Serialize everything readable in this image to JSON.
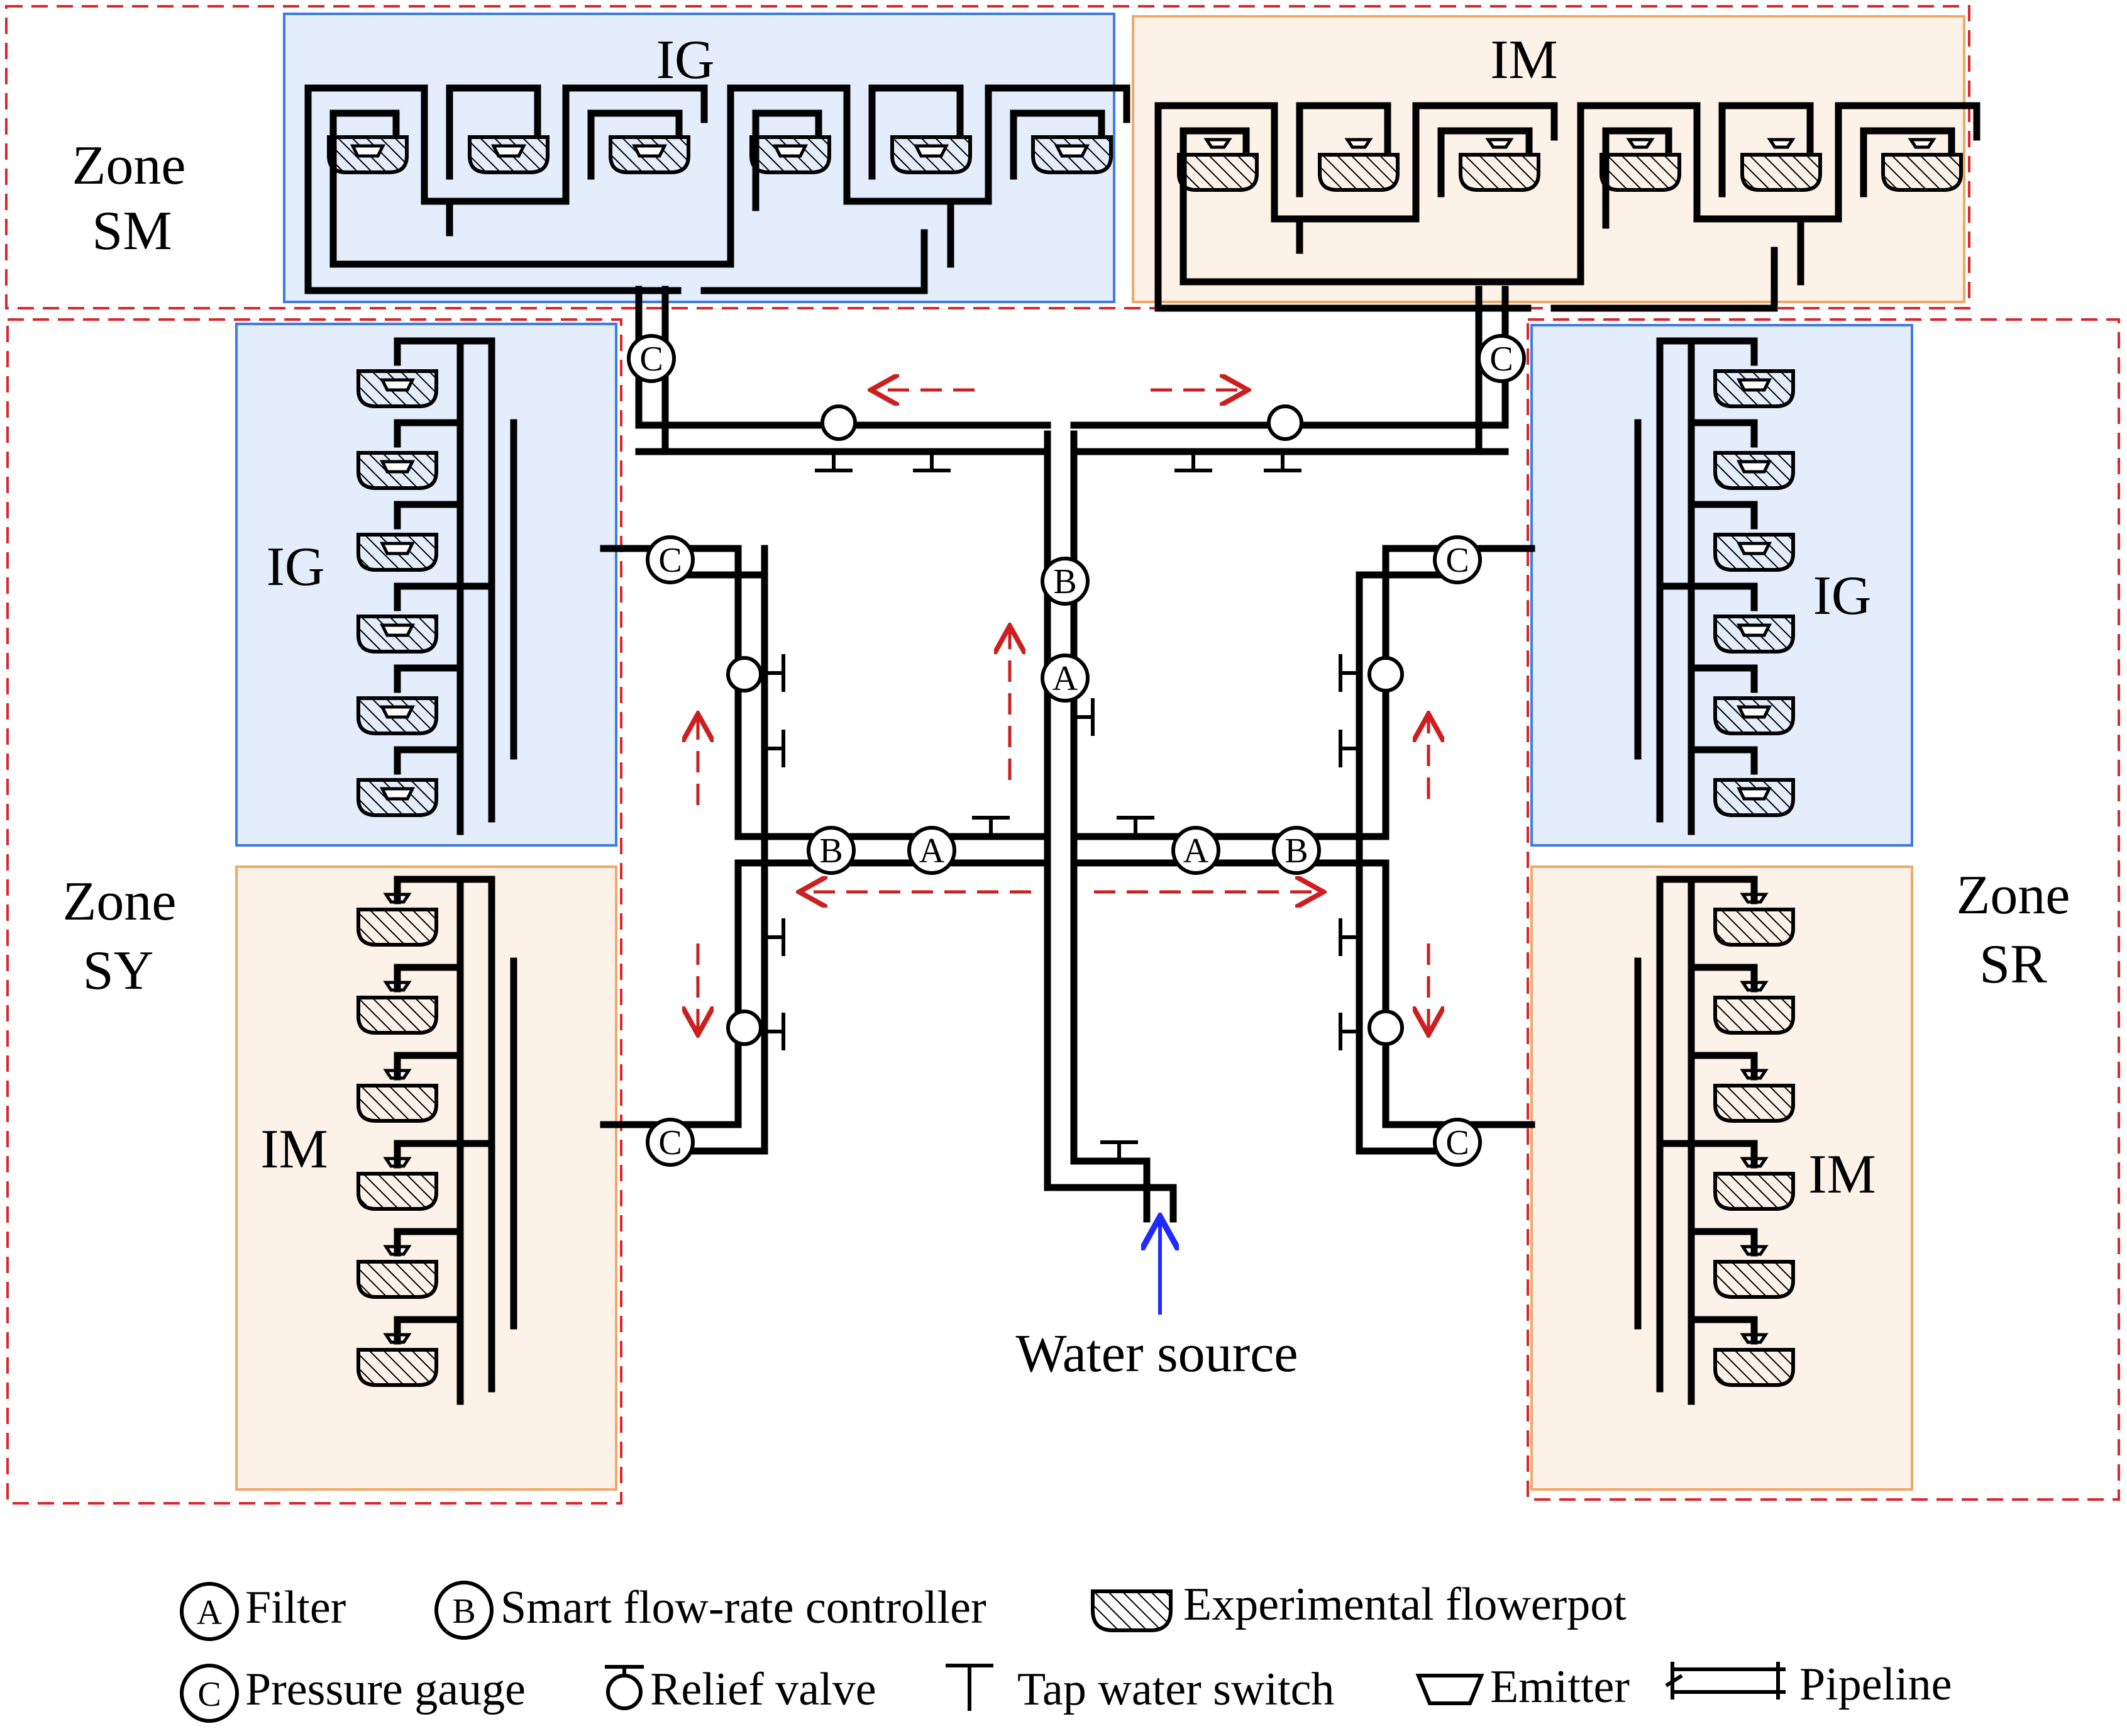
{
  "zones": {
    "sm": {
      "line1": "Zone",
      "line2": "SM"
    },
    "sy": {
      "line1": "Zone",
      "line2": "SY"
    },
    "sr": {
      "line1": "Zone",
      "line2": "SR"
    }
  },
  "groups": {
    "sm_ig": "IG",
    "sm_im": "IM",
    "sy_ig": "IG",
    "sy_im": "IM",
    "sr_ig": "IG",
    "sr_im": "IM"
  },
  "component_letters": {
    "filter": "A",
    "controller": "B",
    "gauge": "C"
  },
  "water_source": "Water source",
  "legend": {
    "filter": "Filter",
    "controller": "Smart flow-rate controller",
    "flowerpot": "Experimental flowerpot",
    "gauge": "Pressure gauge",
    "relief": "Relief valve",
    "tap": "Tap water switch",
    "emitter": "Emitter",
    "pipeline": "Pipeline"
  },
  "colors": {
    "ig_fill": "#e3edfb",
    "ig_border": "#3d7be0",
    "im_fill": "#fdf2e8",
    "im_border": "#f0a868",
    "zone_border": "#d9262c",
    "flow_arrow": "#cc1f1f",
    "source_arrow": "#1f2bff",
    "pipe": "#000000"
  }
}
